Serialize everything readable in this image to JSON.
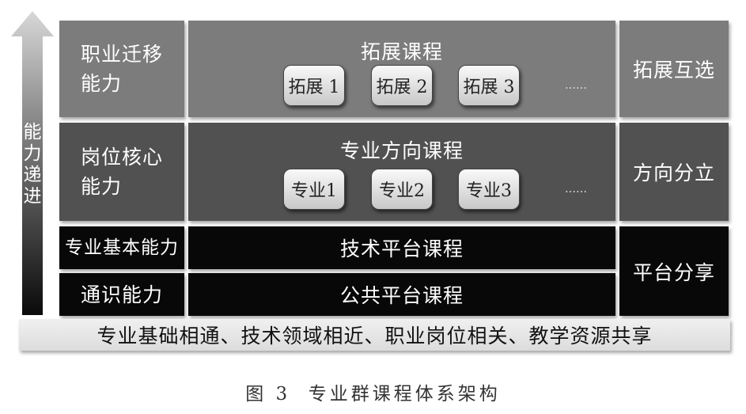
{
  "arrow": {
    "label": "能力递进"
  },
  "rows": [
    {
      "left": "职业迁移\n能力",
      "title": "拓展课程",
      "items": [
        "拓展 1",
        "拓展 2",
        "拓展 3"
      ],
      "dots": "……",
      "right": "拓展互选"
    },
    {
      "left": "岗位核心\n能力",
      "title": "专业方向课程",
      "items": [
        "专业1",
        "专业2",
        "专业3"
      ],
      "dots": "……",
      "right": "方向分立"
    },
    {
      "left": "专业基本能力",
      "title": "技术平台课程"
    },
    {
      "left": "通识能力",
      "title": "公共平台课程"
    }
  ],
  "platform_right": "平台分享",
  "bottom_bar": "专业基础相通、技术领域相近、职业岗位相关、教学资源共享",
  "caption": "图 3  专业群课程体系架构",
  "colors": {
    "tier1": "#7c7c7c",
    "tier2": "#515151",
    "tier3": "#080808"
  }
}
